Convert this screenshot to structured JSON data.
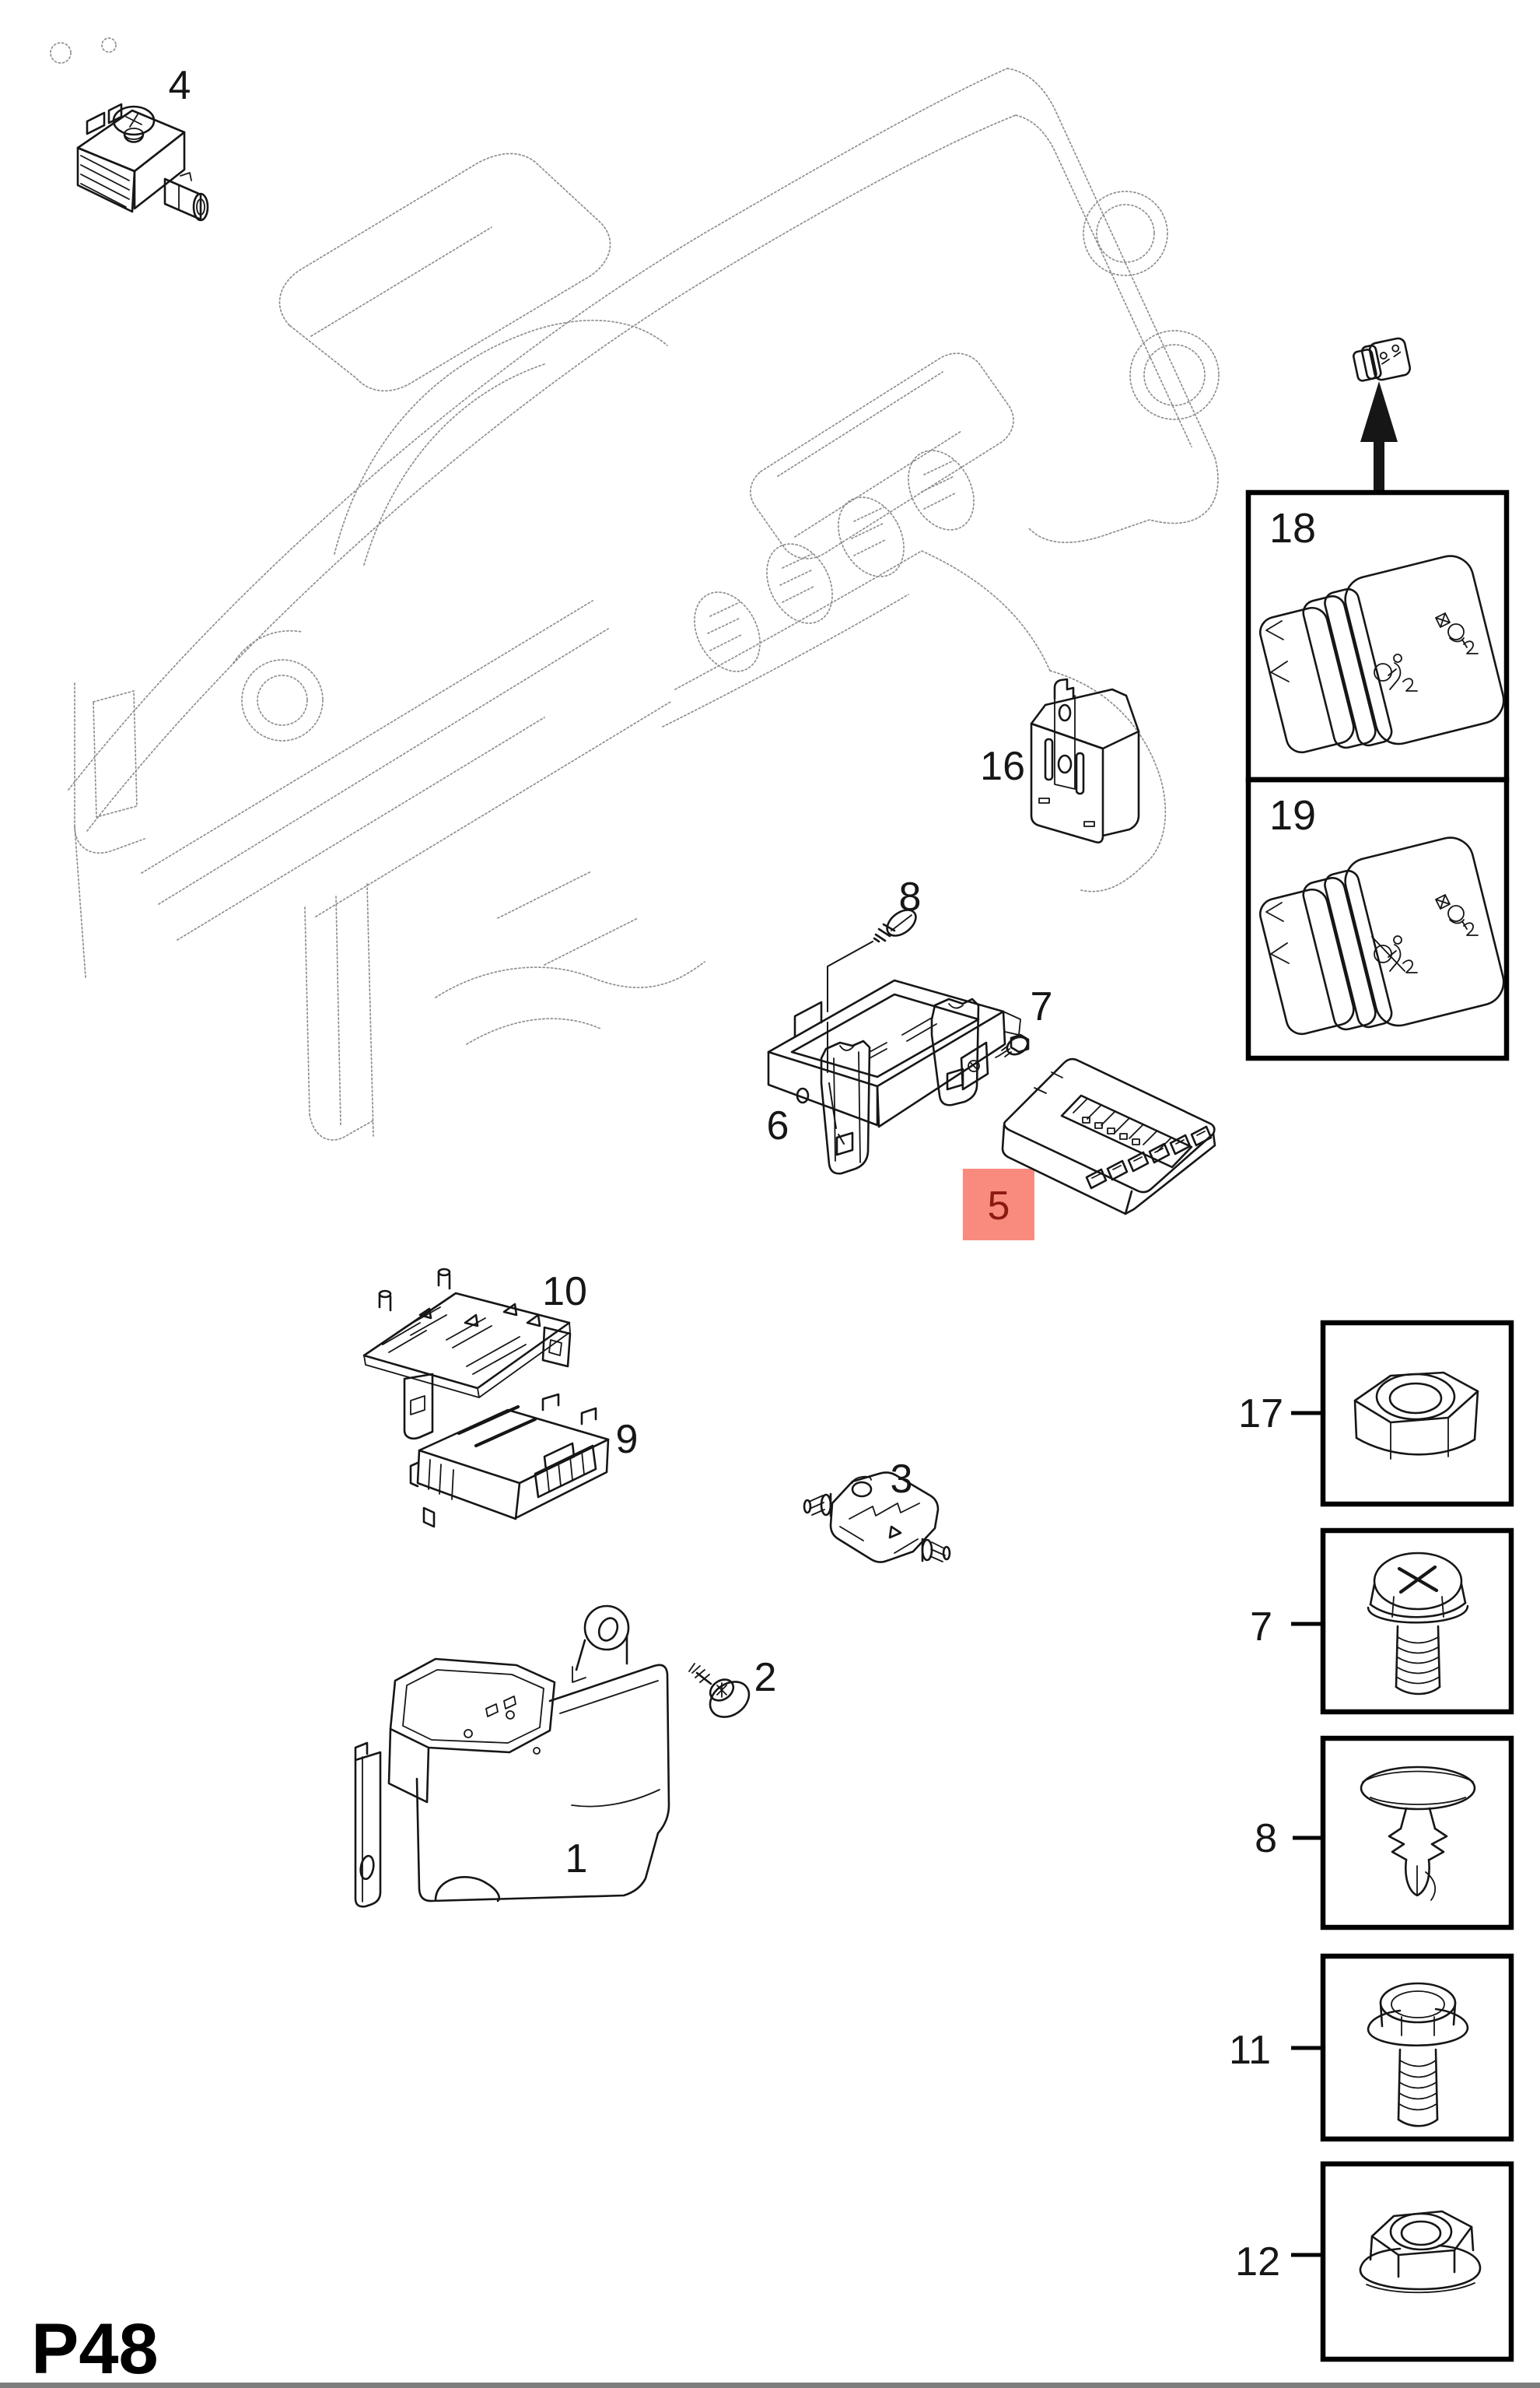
{
  "page": {
    "code": "P48"
  },
  "colors": {
    "paper": "#ffffff",
    "line": "#161616",
    "ghost": "#8f8f8f",
    "box_border": "#000000",
    "highlight_fill": "#f98b7e",
    "highlight_text": "#8c1a12",
    "footer": "#7d7d7d"
  },
  "callouts": {
    "p1": "1",
    "p2": "2",
    "p3": "3",
    "p4": "4",
    "p5": "5",
    "p6": "6",
    "p7": "7",
    "p8": "8",
    "p9": "9",
    "p10": "10",
    "p16": "16"
  },
  "panels": {
    "p17": "17",
    "p7": "7",
    "p8": "8",
    "p11": "11",
    "p12": "12",
    "p18": "18",
    "p19": "19"
  }
}
